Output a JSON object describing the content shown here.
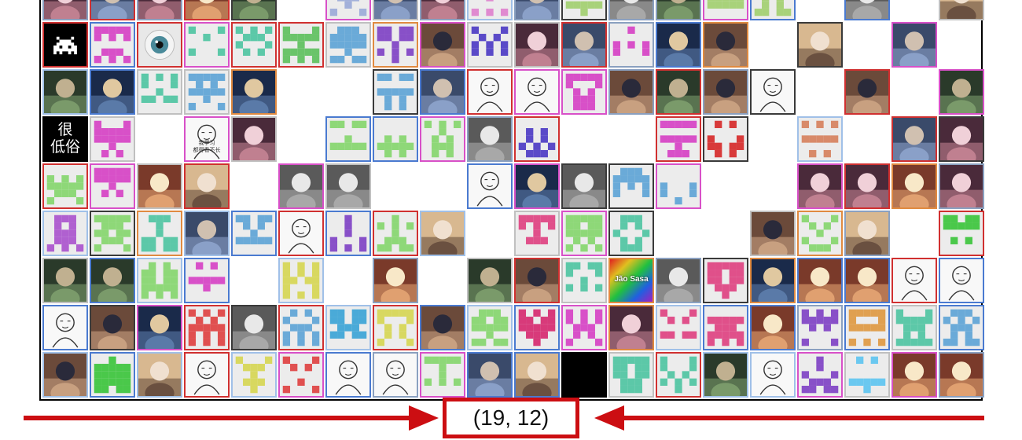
{
  "coordinate_label": "(19, 12)",
  "accent_color": "#cc0e12",
  "grid": {
    "columns": 20,
    "visible_rows": 9,
    "cells": [
      [
        "photo",
        "photo",
        "photo",
        "photo",
        "photo",
        "empty",
        "pattern:a2b0da",
        "photo",
        "photo",
        "pattern:e08ad0",
        "photo",
        "pattern:a8d27a",
        "photo",
        "photo",
        "pattern:a8d27a",
        "pattern:a8d27a",
        "empty",
        "photo",
        "empty",
        "photo"
      ],
      [
        "invader-icon",
        "pattern:d850c8",
        "eye",
        "pattern:5cc8a8",
        "pattern:5cc8a8",
        "pattern:6ac46a",
        "pattern:6aaad8",
        "pattern:8850c8",
        "photo",
        "pattern:5a4ac8",
        "photo",
        "photo",
        "pattern:d850c8",
        "photo",
        "photo",
        "empty",
        "photo",
        "empty",
        "photo",
        "empty"
      ],
      [
        "photo",
        "photo",
        "pattern:5cc8a8",
        "pattern:6aaad8",
        "photo",
        "empty",
        "empty",
        "pattern:6aaad8",
        "photo",
        "sketch",
        "sketch",
        "pattern:d850c8",
        "photo",
        "photo",
        "photo",
        "sketch",
        "empty",
        "photo",
        "empty",
        "photo"
      ],
      [
        "text:很\n低俗",
        "pattern:d850c8",
        "empty",
        "text-small:我学习\n都得看不长",
        "photo",
        "empty",
        "pattern:8ed878",
        "pattern:8ed878",
        "pattern:8ed878",
        "photo",
        "pattern:5a4ac8",
        "empty",
        "empty",
        "pattern:d850c8",
        "pattern:d83a3a",
        "empty",
        "pattern:d88a6a",
        "empty",
        "photo",
        "photo"
      ],
      [
        "pattern:8ed878",
        "pattern:d850c8",
        "photo",
        "photo",
        "empty",
        "photo",
        "photo",
        "empty",
        "empty",
        "sketch",
        "photo",
        "photo",
        "pattern:6aaad8",
        "pattern:6aaad8",
        "empty",
        "empty",
        "photo",
        "photo",
        "photo",
        "photo"
      ],
      [
        "pattern:b060d0",
        "pattern:8ed878",
        "pattern:5cc8a8",
        "photo",
        "pattern:6aaad8",
        "sketch",
        "pattern:8850c8",
        "pattern:8ed878",
        "photo",
        "empty",
        "pattern:e0508a",
        "pattern:8ed878",
        "pattern:5cc8a8",
        "empty",
        "empty",
        "photo",
        "pattern:8ed878",
        "photo",
        "empty",
        "pattern:4ac84a"
      ],
      [
        "photo",
        "photo",
        "pattern:8ed878",
        "pattern:d850c8",
        "empty",
        "pattern:d8d860",
        "empty",
        "photo",
        "empty",
        "photo",
        "photo",
        "pattern:5cc8a8",
        "overlay:Jão Sasa",
        "photo",
        "pattern:e0508a",
        "photo",
        "photo",
        "photo",
        "sketch",
        "sketch"
      ],
      [
        "sketch",
        "photo",
        "photo",
        "pattern:e05050",
        "photo",
        "pattern:6aaad8",
        "pattern:4aaad8",
        "pattern:d8d860",
        "photo",
        "pattern:8ed878",
        "pattern:d83a7a",
        "pattern:d850c8",
        "photo",
        "pattern:e0508a",
        "pattern:e0508a",
        "photo",
        "pattern:8850c8",
        "pattern:e0a050",
        "pattern:5cc8a8",
        "pattern:6aaad8"
      ],
      [
        "photo",
        "pattern:4ac84a",
        "photo",
        "sketch",
        "pattern:d8d860",
        "pattern:e05050",
        "sketch",
        "sketch",
        "pattern:8ed878",
        "photo",
        "photo",
        "black",
        "pattern:5cc8a8",
        "pattern:5cc8a8",
        "photo",
        "sketch",
        "pattern:8850c8",
        "pattern:6ac8f0",
        "photo",
        "photo"
      ]
    ]
  }
}
